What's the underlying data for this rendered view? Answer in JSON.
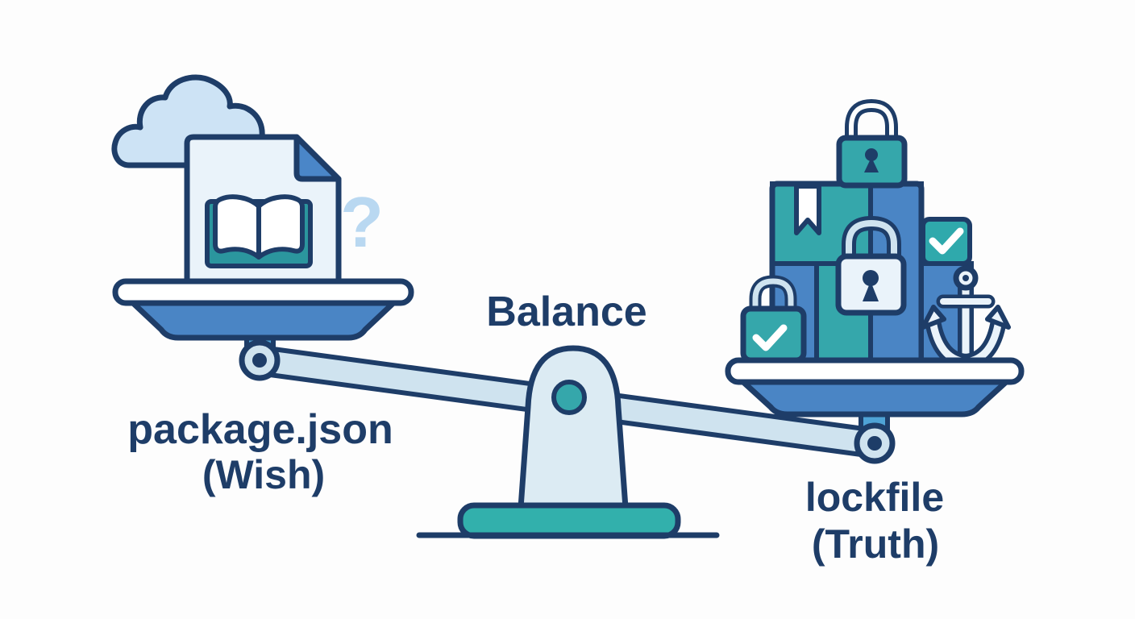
{
  "scene": {
    "title": "Balance",
    "labels": {
      "balance": "Balance",
      "left_title": "package.json",
      "left_subtitle": "(Wish)",
      "right_title": "lockfile",
      "right_subtitle": "(Truth)",
      "question_mark": "?"
    },
    "left_side": {
      "concept": "package.json (Wish)",
      "icons": [
        "cloud-icon",
        "document-icon",
        "open-book-icon",
        "question-mark-icon",
        "scale-pan"
      ]
    },
    "right_side": {
      "concept": "lockfile (Truth)",
      "icons": [
        "package-box-icon",
        "ribbon-bookmark-icon",
        "padlock-icon",
        "padlock-icon",
        "padlock-icon",
        "check-square-icon",
        "checkmark-icon",
        "anchor-icon",
        "scale-pan"
      ]
    },
    "center": {
      "icons": [
        "balance-beam",
        "fulcrum",
        "pivot-circle",
        "base-block",
        "ground-line"
      ],
      "tilt": "right side lower (heavier)"
    },
    "colors": {
      "navy_outline": "#1e3d68",
      "blue": "#4a85c5",
      "stem_blue": "#4fa3d6",
      "beam_light_blue": "#cfe3ef",
      "fulcrum_light": "#dcebf3",
      "cloud_blue": "#cde3f5",
      "document_fill": "#eaf3fa",
      "teal": "#35a7ab",
      "teal_dark": "#2b969e",
      "teal_base": "#32b0ac",
      "question_blue": "#b9d8f1",
      "white": "#ffffff",
      "background": "#fdfdfd"
    }
  }
}
